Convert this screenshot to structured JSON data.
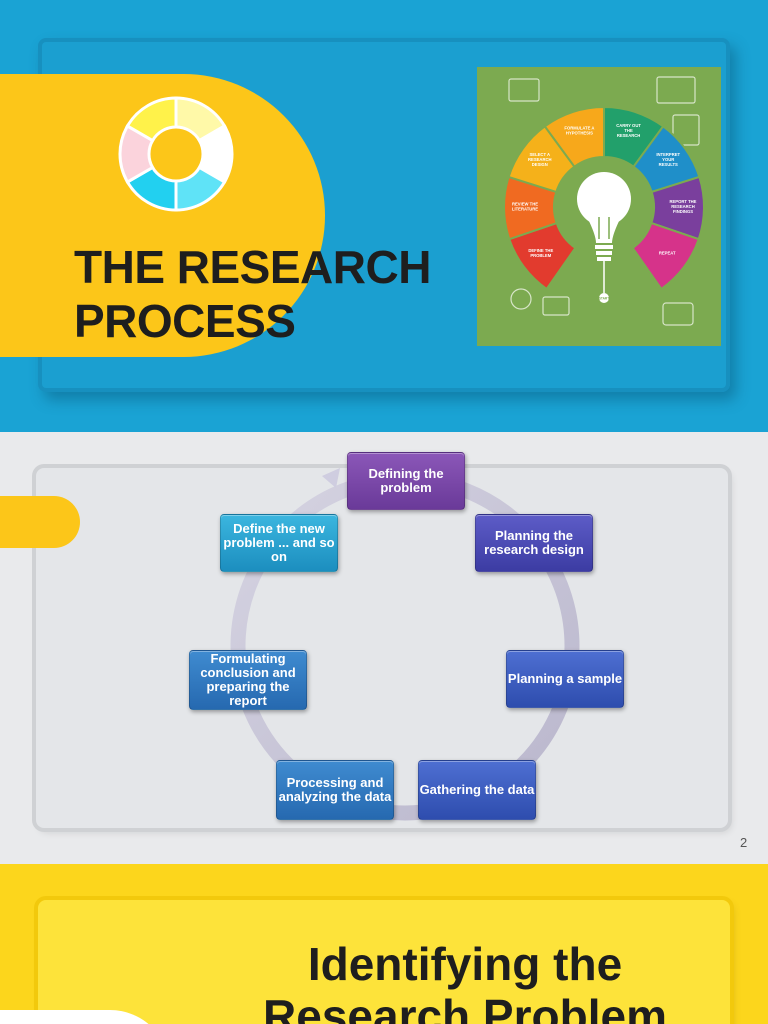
{
  "slide1": {
    "title_line1": "THE RESEARCH",
    "title_line2": "PROCESS",
    "infographic": {
      "center_icon": "lightbulb-icon",
      "steps": [
        {
          "title": "FORMULATE A HYPOTHESIS",
          "color": "#f7a81b"
        },
        {
          "title": "CARRY OUT THE RESEARCH",
          "color": "#22a06b"
        },
        {
          "title": "INTERPRET YOUR RESULTS",
          "color": "#1f8fc9"
        },
        {
          "title": "REPORT THE RESEARCH FINDINGS",
          "color": "#7a3f9d"
        },
        {
          "title": "REPEAT",
          "color": "#d6338a"
        },
        {
          "title": "DEFINE THE PROBLEM",
          "color": "#e23b2e"
        },
        {
          "title": "REVIEW THE LITERATURE",
          "color": "#f06a21"
        },
        {
          "title": "SELECT A RESEARCH DESIGN",
          "color": "#f5b11a"
        }
      ],
      "start_label": "START"
    }
  },
  "slide2": {
    "steps": [
      {
        "label": "Defining the problem"
      },
      {
        "label": "Planning the research design"
      },
      {
        "label": "Planning a sample"
      },
      {
        "label": "Gathering the data"
      },
      {
        "label": "Processing and analyzing the data"
      },
      {
        "label": "Formulating conclusion and preparing the report"
      },
      {
        "label": "Define the new problem ... and so on"
      }
    ],
    "page_number": "2"
  },
  "slide3": {
    "title_line1": "Identifying the",
    "title_line2": "Research Problem"
  },
  "colors": {
    "accent_yellow": "#fcc619",
    "slide1_bg": "#1aa3d4",
    "infographic_green": "#7caa50"
  }
}
